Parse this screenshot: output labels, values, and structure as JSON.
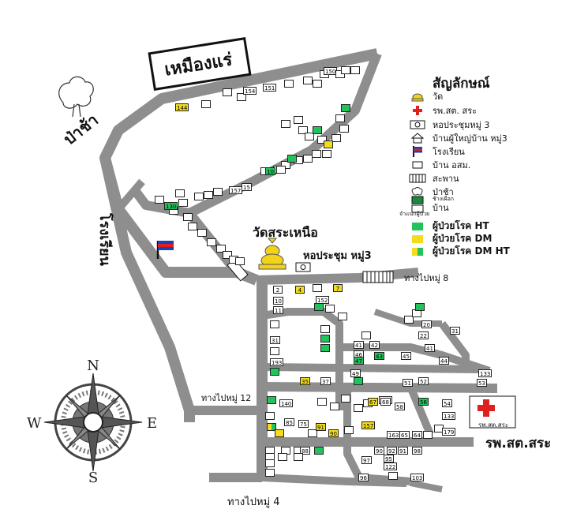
{
  "labels": {
    "village": "เหมืองแร่",
    "forest": "ป่าช้า",
    "school": "โรงเรียน",
    "temple": "วัดสระเหนือ",
    "hall": "หอประชุม หมู่3",
    "road_m8": "ทางไปหมู่ 8",
    "road_m12": "ทางไปหมู่ 12",
    "road_m4": "ทางไปหมู่ 4",
    "hospital": "รพ.สต.สระ",
    "hospital_sign": "รพ.สต.สระ"
  },
  "compass": {
    "n": "N",
    "s": "S",
    "e": "E",
    "w": "W"
  },
  "legend": {
    "title": "สัญลักษณ์",
    "items": [
      {
        "icon": "temple-icon",
        "label": "วัด"
      },
      {
        "icon": "red-cross-icon",
        "label": "รพ.สต. สระ"
      },
      {
        "icon": "meeting-hall-icon",
        "label": "หอประชุมหมู่ 3"
      },
      {
        "icon": "headman-house-icon",
        "label": "บ้านผู้ใหญ่บ้าน หมู่3"
      },
      {
        "icon": "school-flag-icon",
        "label": "โรงเรียน"
      },
      {
        "icon": "house-box-icon",
        "label": "บ้าน อสม."
      },
      {
        "icon": "bridge-icon",
        "label": "สะพาน"
      },
      {
        "icon": "forest-icon",
        "label": "ป่าช้า"
      },
      {
        "icon": "split-house-icon",
        "label": "บ้าน"
      },
      {
        "icon": "ht-swatch",
        "label": "ผู้ป่วยโรค HT"
      },
      {
        "icon": "dm-swatch",
        "label": "ผู้ป่วยโรค DM"
      },
      {
        "icon": "dmht-swatch",
        "label": "ผู้ป่วยโรค DM HT"
      }
    ],
    "split_top": "ช้างเผือก",
    "split_bottom": "จำแนกผู้ป่วย"
  },
  "colors": {
    "road": "#8e8e8e",
    "ht": "#22c35a",
    "dm": "#f4dc1c",
    "cross": "#e0201c",
    "temple": "#f2d21a"
  },
  "houses": [
    {
      "t": "144",
      "k": "dm"
    },
    {
      "t": "",
      "k": ""
    },
    {
      "t": "",
      "k": ""
    },
    {
      "t": "",
      "k": ""
    },
    {
      "t": "154",
      "k": ""
    },
    {
      "t": "151",
      "k": ""
    },
    {
      "t": "",
      "k": ""
    },
    {
      "t": "",
      "k": ""
    },
    {
      "t": "",
      "k": ""
    },
    {
      "t": "",
      "k": ""
    },
    {
      "t": "150",
      "k": ""
    },
    {
      "t": "",
      "k": ""
    },
    {
      "t": "",
      "k": ""
    },
    {
      "t": "",
      "k": ""
    },
    {
      "t": "",
      "k": "ht"
    },
    {
      "t": "",
      "k": ""
    },
    {
      "t": "",
      "k": ""
    },
    {
      "t": "",
      "k": ""
    },
    {
      "t": "",
      "k": ""
    },
    {
      "t": "",
      "k": ""
    },
    {
      "t": "",
      "k": ""
    },
    {
      "t": "",
      "k": ""
    },
    {
      "t": "",
      "k": "ht"
    },
    {
      "t": "",
      "k": ""
    },
    {
      "t": "",
      "k": "dm"
    },
    {
      "t": "",
      "k": ""
    },
    {
      "t": "",
      "k": ""
    },
    {
      "t": "",
      "k": ""
    },
    {
      "t": "",
      "k": ""
    },
    {
      "t": "",
      "k": ""
    },
    {
      "t": "",
      "k": ""
    },
    {
      "t": "",
      "k": ""
    },
    {
      "t": "10",
      "k": "ht"
    },
    {
      "t": "",
      "k": ""
    },
    {
      "t": "",
      "k": "ht"
    },
    {
      "t": "157",
      "k": ""
    },
    {
      "t": "15",
      "k": ""
    },
    {
      "t": "",
      "k": ""
    },
    {
      "t": "",
      "k": ""
    },
    {
      "t": "",
      "k": ""
    },
    {
      "t": "",
      "k": ""
    },
    {
      "t": "",
      "k": ""
    },
    {
      "t": "",
      "k": ""
    },
    {
      "t": "130",
      "k": "ht"
    },
    {
      "t": "",
      "k": ""
    },
    {
      "t": "",
      "k": ""
    },
    {
      "t": "",
      "k": ""
    },
    {
      "t": "",
      "k": ""
    },
    {
      "t": "",
      "k": ""
    },
    {
      "t": "",
      "k": ""
    },
    {
      "t": "",
      "k": ""
    },
    {
      "t": "",
      "k": ""
    },
    {
      "t": "",
      "k": ""
    },
    {
      "t": "2",
      "k": ""
    },
    {
      "t": "4",
      "k": "dm"
    },
    {
      "t": "",
      "k": ""
    },
    {
      "t": "7",
      "k": "dm"
    },
    {
      "t": "10",
      "k": ""
    },
    {
      "t": "152",
      "k": ""
    },
    {
      "t": "11",
      "k": ""
    },
    {
      "t": "",
      "k": "ht"
    },
    {
      "t": "",
      "k": ""
    },
    {
      "t": "",
      "k": ""
    },
    {
      "t": "",
      "k": ""
    },
    {
      "t": "",
      "k": ""
    },
    {
      "t": "",
      "k": ""
    },
    {
      "t": "",
      "k": "ht"
    },
    {
      "t": "20",
      "k": ""
    },
    {
      "t": "22",
      "k": ""
    },
    {
      "t": "31",
      "k": ""
    },
    {
      "t": "",
      "k": ""
    },
    {
      "t": "31",
      "k": ""
    },
    {
      "t": "",
      "k": ""
    },
    {
      "t": "193",
      "k": ""
    },
    {
      "t": "",
      "k": ""
    },
    {
      "t": "",
      "k": "ht"
    },
    {
      "t": "",
      "k": "ht"
    },
    {
      "t": "41",
      "k": ""
    },
    {
      "t": "42",
      "k": ""
    },
    {
      "t": "46",
      "k": ""
    },
    {
      "t": "47",
      "k": "ht"
    },
    {
      "t": "43",
      "k": "ht"
    },
    {
      "t": "45",
      "k": ""
    },
    {
      "t": "41",
      "k": ""
    },
    {
      "t": "44",
      "k": ""
    },
    {
      "t": "",
      "k": "ht"
    },
    {
      "t": "35",
      "k": "dm"
    },
    {
      "t": "37",
      "k": ""
    },
    {
      "t": "49",
      "k": ""
    },
    {
      "t": "",
      "k": "ht"
    },
    {
      "t": "51",
      "k": ""
    },
    {
      "t": "52",
      "k": ""
    },
    {
      "t": "133",
      "k": ""
    },
    {
      "t": "53",
      "k": ""
    },
    {
      "t": "",
      "k": "ht"
    },
    {
      "t": "140",
      "k": ""
    },
    {
      "t": "",
      "k": ""
    },
    {
      "t": "",
      "k": ""
    },
    {
      "t": "",
      "k": ""
    },
    {
      "t": "",
      "k": ""
    },
    {
      "t": "",
      "k": ""
    },
    {
      "t": "107",
      "k": ""
    },
    {
      "t": "67",
      "k": "dm"
    },
    {
      "t": "68",
      "k": ""
    },
    {
      "t": "58",
      "k": ""
    },
    {
      "t": "56",
      "k": "ht"
    },
    {
      "t": "54",
      "k": ""
    },
    {
      "t": "133",
      "k": ""
    },
    {
      "t": "",
      "k": ""
    },
    {
      "t": "",
      "k": "both"
    },
    {
      "t": "",
      "k": "dm"
    },
    {
      "t": "85",
      "k": ""
    },
    {
      "t": "75",
      "k": ""
    },
    {
      "t": "",
      "k": ""
    },
    {
      "t": "91",
      "k": "dm"
    },
    {
      "t": "90",
      "k": "dm"
    },
    {
      "t": "",
      "k": ""
    },
    {
      "t": "157",
      "k": "dm"
    },
    {
      "t": "163",
      "k": ""
    },
    {
      "t": "65",
      "k": ""
    },
    {
      "t": "64",
      "k": ""
    },
    {
      "t": "",
      "k": ""
    },
    {
      "t": "",
      "k": ""
    },
    {
      "t": "179",
      "k": ""
    },
    {
      "t": "",
      "k": ""
    },
    {
      "t": "",
      "k": ""
    },
    {
      "t": "",
      "k": ""
    },
    {
      "t": "88",
      "k": ""
    },
    {
      "t": "",
      "k": "ht"
    },
    {
      "t": "90",
      "k": ""
    },
    {
      "t": "92",
      "k": ""
    },
    {
      "t": "91",
      "k": ""
    },
    {
      "t": "98",
      "k": ""
    },
    {
      "t": "",
      "k": ""
    },
    {
      "t": "",
      "k": ""
    },
    {
      "t": "",
      "k": ""
    },
    {
      "t": "",
      "k": ""
    },
    {
      "t": "",
      "k": ""
    },
    {
      "t": "97",
      "k": ""
    },
    {
      "t": "95",
      "k": ""
    },
    {
      "t": "122",
      "k": ""
    },
    {
      "t": "",
      "k": ""
    },
    {
      "t": "96",
      "k": ""
    },
    {
      "t": "103",
      "k": ""
    }
  ]
}
